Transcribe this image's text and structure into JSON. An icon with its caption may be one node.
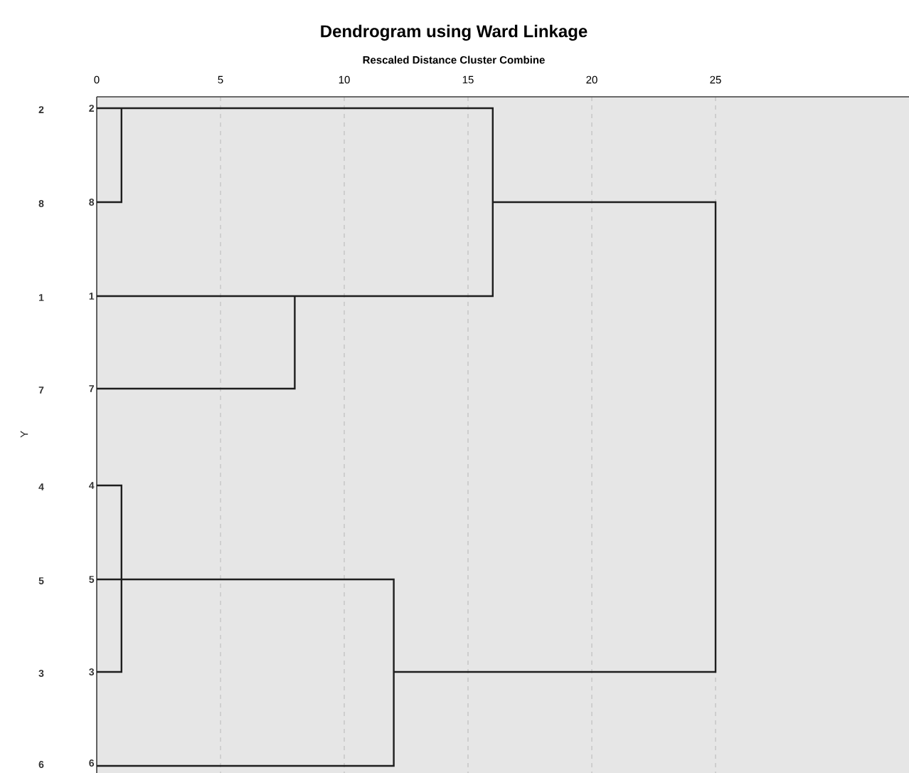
{
  "diagram": {
    "title": "Dendrogram using Ward Linkage",
    "labels": [
      "Rescaled Distance Cluster Combine",
      "0",
      "5",
      "10",
      "15",
      "20",
      "25",
      "2",
      "2",
      "8",
      "8",
      "1",
      "1",
      "7",
      "7",
      "Y",
      "4",
      "4",
      "5",
      "5",
      "3",
      "3",
      "6",
      "6"
    ]
  }
}
